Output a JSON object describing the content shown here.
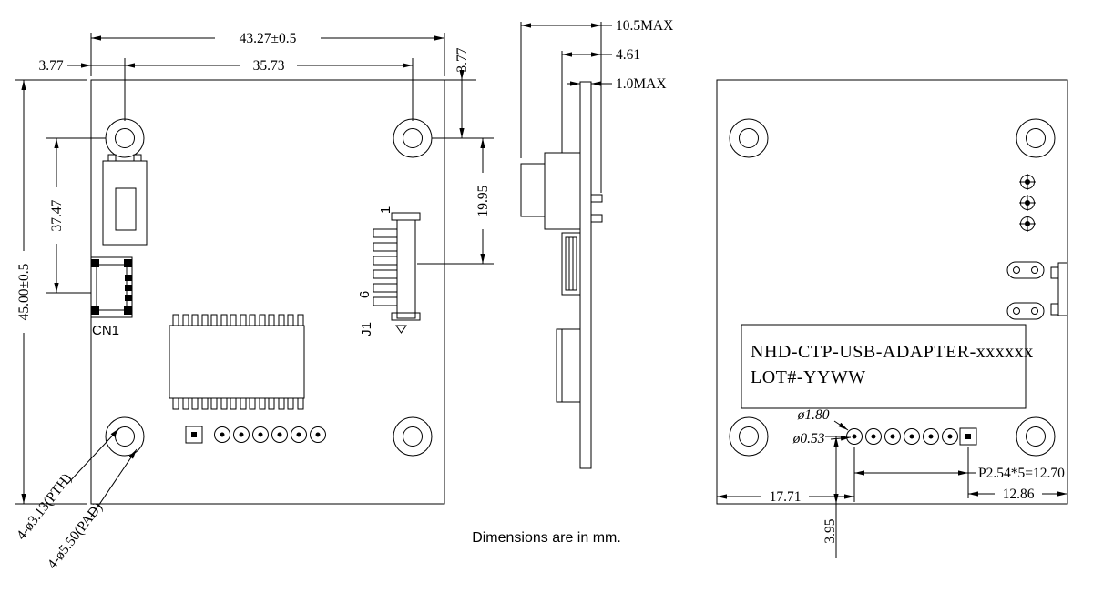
{
  "footer": "Dimensions are in mm.",
  "front_view": {
    "dim_width": "43.27±0.5",
    "dim_hole_span": "35.73",
    "dim_edge_offset_left": "3.77",
    "dim_edge_offset_top": "3.77",
    "dim_height": "45.00±0.5",
    "dim_cn1": "37.47",
    "dim_j1": "19.95",
    "label_cn1": "CN1",
    "label_j1": "J1",
    "label_pin1": "1",
    "label_pin6": "6",
    "note_pth": "4-ø3.13(PTH)",
    "note_pad": "4-ø5.50(PAD)"
  },
  "side_view": {
    "dim_total": "10.5MAX",
    "dim_connector": "4.61",
    "dim_board": "1.0MAX"
  },
  "back_view": {
    "label_line1": "NHD-CTP-USB-ADAPTER-xxxxxx",
    "label_line2": "LOT#-YYWW",
    "dim_pad_dia": "ø1.80",
    "dim_hole_dia": "ø0.53",
    "dim_pitch": "P2.54*5=12.70",
    "dim_right": "12.86",
    "dim_left": "17.71",
    "dim_bottom": "3.95"
  }
}
